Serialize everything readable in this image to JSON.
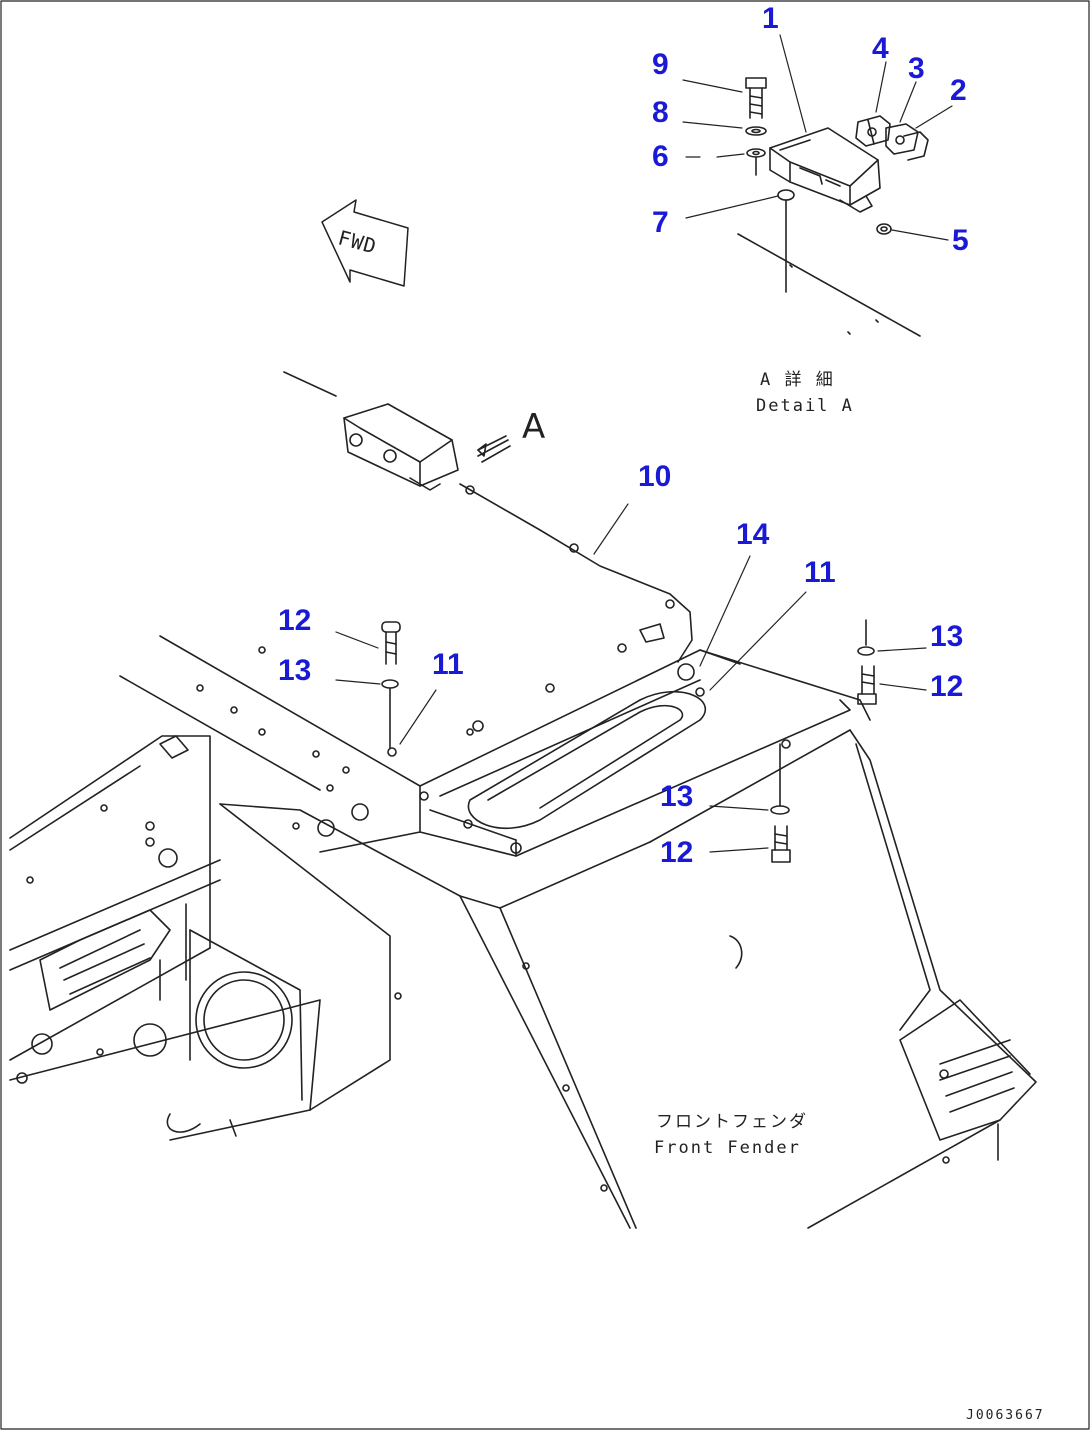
{
  "callouts": {
    "n1": "1",
    "n2": "2",
    "n3": "3",
    "n4": "4",
    "n5": "5",
    "n6": "6",
    "n7": "7",
    "n8": "8",
    "n9": "9",
    "n10": "10",
    "n11a": "11",
    "n11b": "11",
    "n12a": "12",
    "n12b": "12",
    "n12c": "12",
    "n13a": "13",
    "n13b": "13",
    "n13c": "13",
    "n14": "14"
  },
  "labels": {
    "detail_jp": "A 詳 細",
    "detail_en": "Detail A",
    "view_letter": "A",
    "fwd": "FWD",
    "front_fender_jp": "フロントフェンダ",
    "front_fender_en": "Front Fender"
  },
  "drawing_number": "J0063667",
  "colors": {
    "callout": "#1a1ad6",
    "line": "#222222",
    "background": "#ffffff"
  }
}
